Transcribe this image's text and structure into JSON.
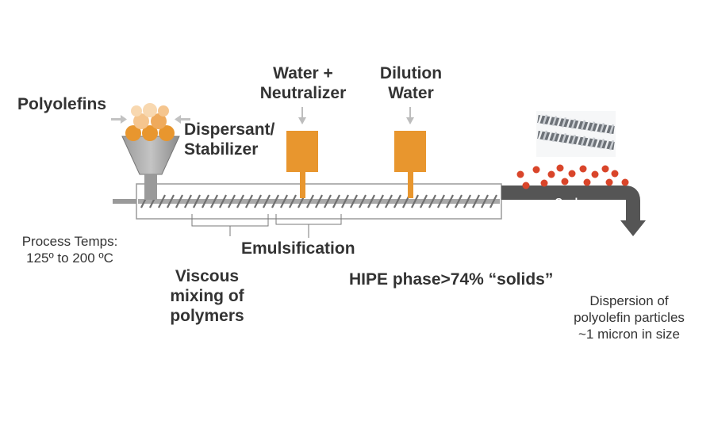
{
  "labels": {
    "polyolefins": "Polyolefins",
    "dispersant_line1": "Dispersant/",
    "dispersant_line2": "Stabilizer",
    "water_line1": "Water +",
    "water_line2": "Neutralizer",
    "dilution_line1": "Dilution",
    "dilution_line2": "Water",
    "cooler": "Cooler",
    "process_temps_line1": "Process Temps:",
    "process_temps_line2": "125º to 200 ºC",
    "emulsification": "Emulsification",
    "viscous_line1": "Viscous",
    "viscous_line2": "mixing of",
    "viscous_line3": "polymers",
    "hipe": "HIPE phase>74% “solids”",
    "dispersion_line1": "Dispersion of",
    "dispersion_line2": "polyolefin particles",
    "dispersion_line3": "~1 micron in size"
  },
  "colors": {
    "orange": "#E8962E",
    "orange_dark": "#D9821A",
    "pellet_light": "#F5C58E",
    "particle": "#D9452A",
    "hopper": "#8A8A8A",
    "cooler_pipe": "#555555",
    "text": "#333333",
    "arrow_light": "#BDBDBD"
  },
  "icons": {
    "hopper": "hopper-icon",
    "injector": "injector-icon",
    "pellets": "polyolefin-pellets-icon",
    "screw": "extruder-screw-icon",
    "particles": "dispersion-particles-icon"
  }
}
